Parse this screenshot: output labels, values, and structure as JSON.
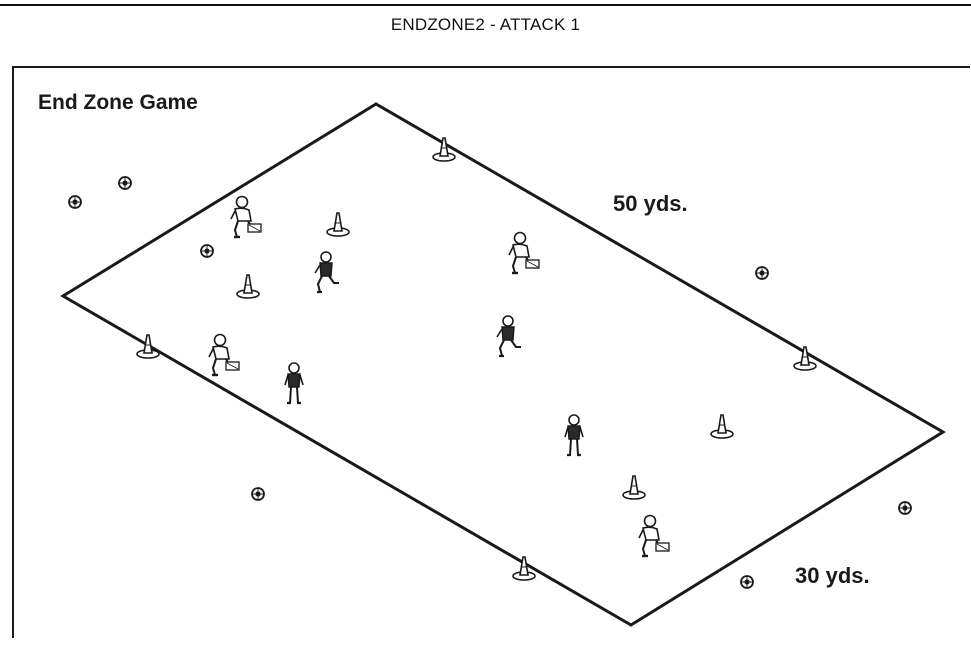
{
  "header": {
    "title": "ENDZONE2 - ATTACK 1"
  },
  "diagram": {
    "title": "End Zone Game",
    "length_label": "50 yds.",
    "width_label": "30 yds.",
    "line_color": "#1a1a1a",
    "icons": {
      "cone": "cone-icon",
      "ball": "soccer-ball-icon",
      "attacker": "attacker-player-icon",
      "defender": "defender-player-icon"
    }
  }
}
